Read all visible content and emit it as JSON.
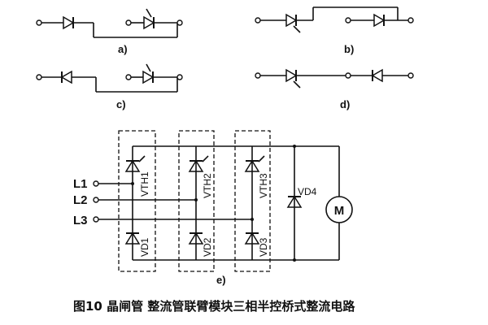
{
  "sub_labels": {
    "a": "a)",
    "b": "b)",
    "c": "c)",
    "d": "d)",
    "e": "e)"
  },
  "inputs": {
    "l1": "L1",
    "l2": "L2",
    "l3": "L3"
  },
  "devices": {
    "vth1": "VTH1",
    "vth2": "VTH2",
    "vth3": "VTH3",
    "vd1": "VD1",
    "vd2": "VD2",
    "vd3": "VD3",
    "vd4": "VD4"
  },
  "motor": "M",
  "caption": "图10   晶闸管 整流管联臂模块三相半控桥式整流电路"
}
